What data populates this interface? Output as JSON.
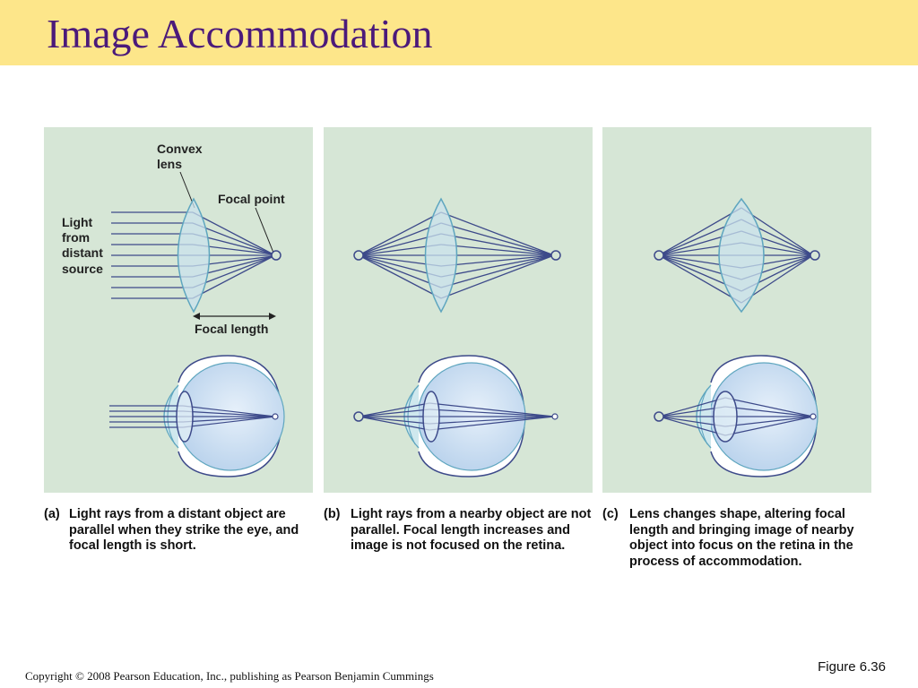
{
  "title": "Image Accommodation",
  "panels": {
    "a": {
      "labels": {
        "convex_line1": "Convex",
        "convex_line2": "lens",
        "focal_point": "Focal point",
        "light_line1": "Light",
        "light_line2": "from",
        "light_line3": "distant",
        "light_line4": "source",
        "focal_length": "Focal length"
      }
    }
  },
  "captions": [
    {
      "tag": "(a)",
      "text": "Light rays from a distant object are parallel when they strike the eye, and focal length is short."
    },
    {
      "tag": "(b)",
      "text": "Light rays from a nearby object are not parallel. Focal length increases and image is not focused on the retina."
    },
    {
      "tag": "(c)",
      "text": "Lens changes shape, altering focal length and bringing image of nearby object into focus on the retina in the process of accommodation."
    }
  ],
  "figure_number": "Figure 6.36",
  "copyright": "Copyright © 2008 Pearson Education, Inc., publishing as Pearson Benjamin Cummings",
  "colors": {
    "title_bar": "#fde68a",
    "title_text": "#4b1a7a",
    "panel_bg": "#d6e6d6",
    "ray": "#3d4a8a",
    "lens_fill": "#c9e2ec",
    "lens_stroke": "#5fa6bf",
    "eye_fill": "#c7dcf0"
  }
}
